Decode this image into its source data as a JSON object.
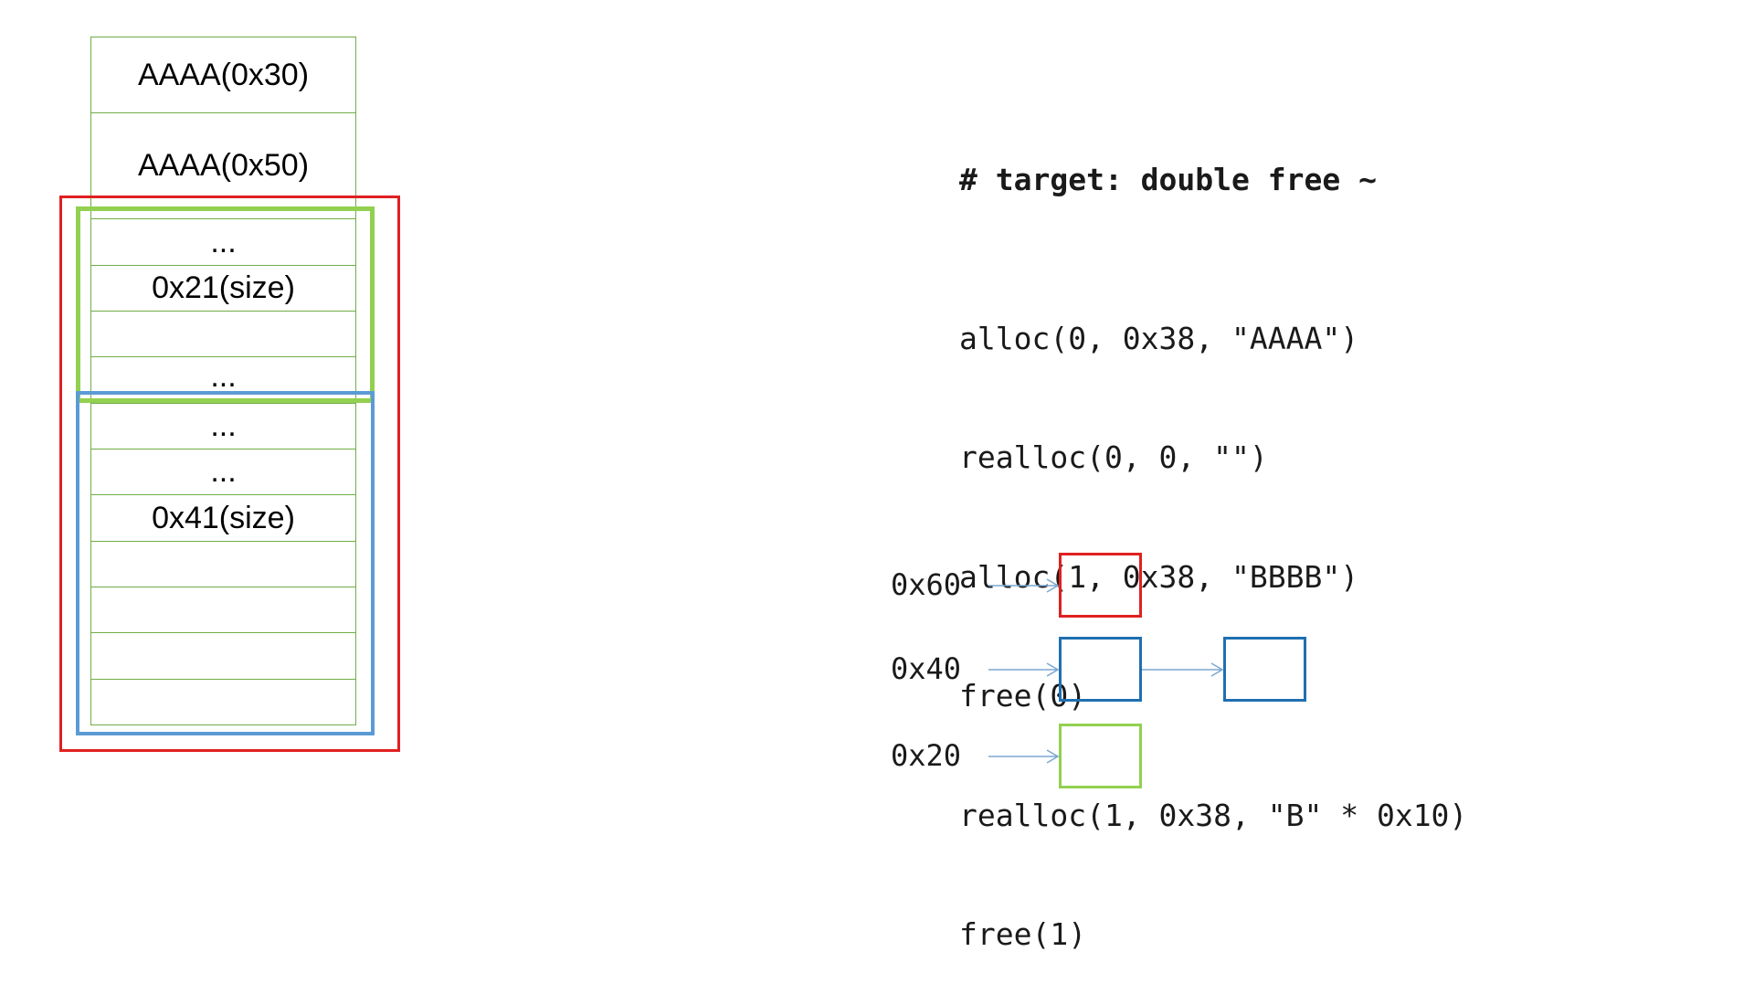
{
  "heap": {
    "cells": [
      {
        "label": "AAAA(0x30)"
      },
      {
        "label": "AAAA(0x50)"
      },
      {
        "label": "..."
      },
      {
        "label": "0x21(size)"
      },
      {
        "label": ""
      },
      {
        "label": "..."
      },
      {
        "label": "..."
      },
      {
        "label": "..."
      },
      {
        "label": "0x41(size)"
      },
      {
        "label": ""
      },
      {
        "label": ""
      },
      {
        "label": ""
      },
      {
        "label": ""
      }
    ]
  },
  "code": {
    "title": "# target: double free ~",
    "lines": [
      "alloc(0, 0x38, \"AAAA\")",
      "realloc(0, 0, \"\")",
      "alloc(1, 0x38, \"BBBB\")",
      "free(0)",
      "realloc(1, 0x38, \"B\" * 0x10)",
      "free(1)"
    ]
  },
  "bins": [
    {
      "label": "0x60",
      "chunk_colors": [
        "#e02020"
      ]
    },
    {
      "label": "0x40",
      "chunk_colors": [
        "#1f6fb0",
        "#1f6fb0"
      ]
    },
    {
      "label": "0x20",
      "chunk_colors": [
        "#92d050"
      ]
    }
  ],
  "colors": {
    "heap_border": "#70ad47",
    "red_region": "#e02020",
    "green_region": "#92d050",
    "blue_region": "#5b9bd5",
    "arrow": "#7ba7d0"
  }
}
